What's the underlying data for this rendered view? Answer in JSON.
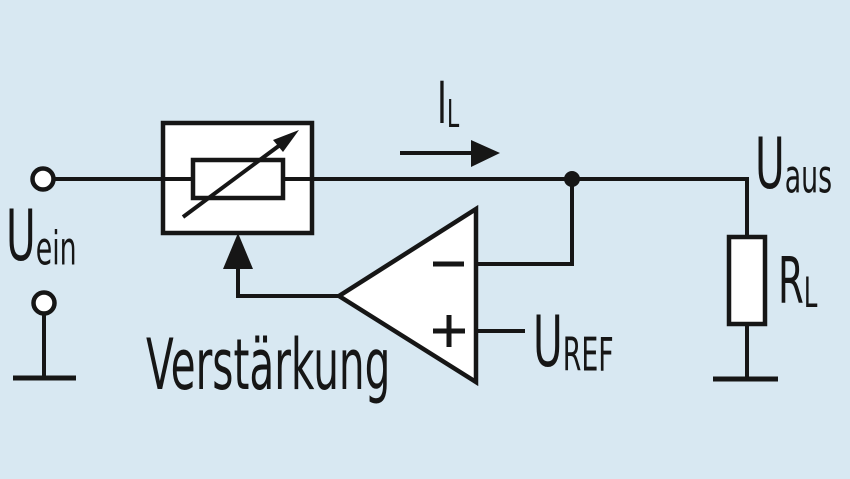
{
  "diagram": {
    "title": "linear-regulator-principle-schematic",
    "colors": {
      "background": "#d8e8f2",
      "highlight_box": "#f7e1af",
      "line": "#161616",
      "component_fill": "#ffffff"
    },
    "labels": {
      "input_voltage": {
        "main": "U",
        "sub": "ein"
      },
      "output_voltage": {
        "main": "U",
        "sub": "aus"
      },
      "reference_voltage": {
        "main": "U",
        "sub": "REF"
      },
      "load_current": {
        "main": "I",
        "sub": "L"
      },
      "load_resistor": {
        "main": "R",
        "sub": "L"
      },
      "gain": "Verstärkung"
    },
    "opamp": {
      "inverting_input_sign": "−",
      "noninverting_input_sign": "+"
    }
  }
}
